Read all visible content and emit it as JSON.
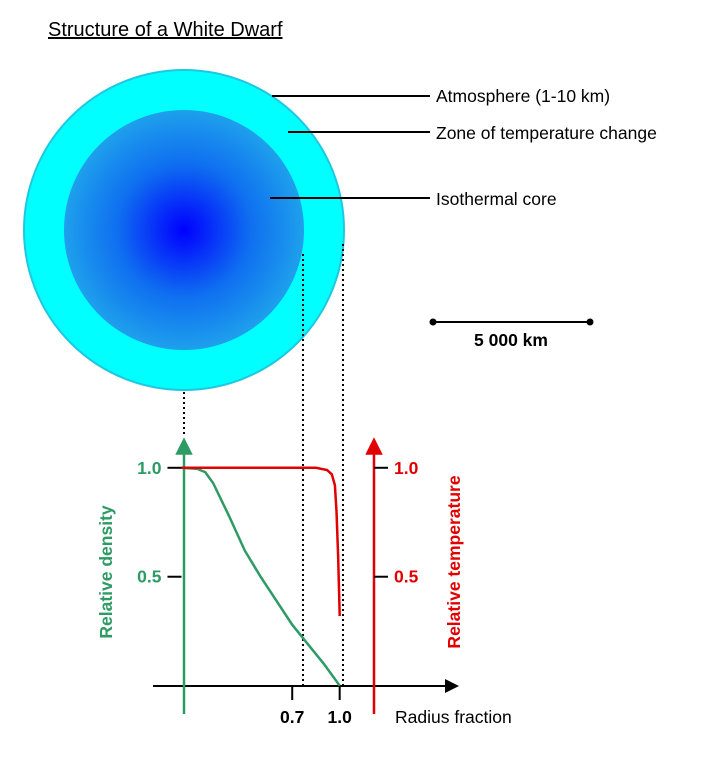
{
  "title": "Structure of a White Dwarf",
  "labels": {
    "atmosphere": "Atmosphere (1-10 km)",
    "zone": "Zone of temperature change",
    "core": "Isothermal core"
  },
  "scale_bar": "5 000 km",
  "colors": {
    "outer_shell": "#00ffff",
    "core_center": "#0000ff",
    "core_edge": "#1ea0ec",
    "density": "#2e9a64",
    "temperature": "#e00000"
  },
  "chart_data": {
    "type": "line",
    "x_label": "Radius fraction",
    "x_ticks": [
      "0.7",
      "1.0"
    ],
    "x_tick_values": [
      0.7,
      1.0
    ],
    "xlim": [
      -0.18,
      1.71
    ],
    "left_axis": {
      "label": "Relative density",
      "ticks": [
        "1.0",
        "0.5"
      ],
      "tick_values": [
        1.0,
        0.5
      ],
      "ylim": [
        -0.13,
        1.1
      ]
    },
    "right_axis": {
      "label": "Relative temperature",
      "ticks": [
        "1.0",
        "0.5"
      ],
      "tick_values": [
        1.0,
        0.5
      ],
      "ylim": [
        -0.13,
        1.1
      ]
    },
    "series": [
      {
        "axis": "left",
        "x": [
          0,
          0.1,
          0.15,
          0.2,
          0.3,
          0.4,
          0.5,
          0.6,
          0.7,
          0.8,
          0.9,
          1.0
        ],
        "y": [
          1.0,
          0.995,
          0.98,
          0.93,
          0.78,
          0.62,
          0.5,
          0.39,
          0.28,
          0.19,
          0.1,
          0.0
        ]
      },
      {
        "axis": "right",
        "x": [
          0,
          0.3,
          0.6,
          0.85,
          0.92,
          0.95,
          0.97,
          0.98,
          0.99,
          1.0
        ],
        "y": [
          1.0,
          1.0,
          1.0,
          1.0,
          0.99,
          0.97,
          0.92,
          0.8,
          0.6,
          0.32
        ]
      }
    ]
  }
}
